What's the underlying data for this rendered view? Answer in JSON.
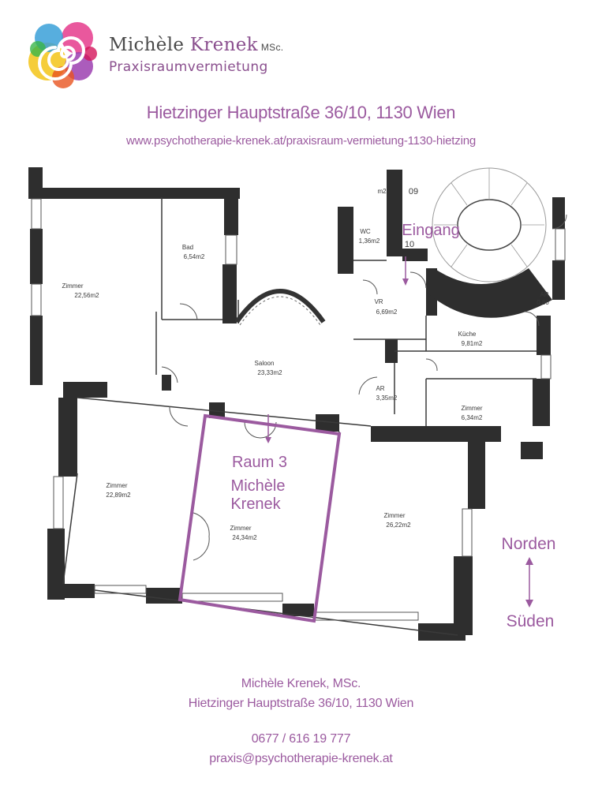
{
  "logo": {
    "first_name": "Michèle",
    "last_name": "Krenek",
    "suffix": "MSc.",
    "subtitle": "Praxisraumvermietung"
  },
  "header": {
    "address": "Hietzinger Hauptstraße 36/10, 1130 Wien",
    "url": "www.psychotherapie-krenek.at/praxisraum-vermietung-1130-hietzing"
  },
  "floorplan": {
    "rooms": {
      "zimmer_nw": {
        "name": "Zimmer",
        "area": "22,56m2"
      },
      "bad": {
        "name": "Bad",
        "area": "6,54m2"
      },
      "saloon": {
        "name": "Saloon",
        "area": "23,33m2"
      },
      "wc": {
        "name": "WC",
        "area": "1,36m2"
      },
      "vr": {
        "name": "VR",
        "area": "6,69m2"
      },
      "kueche": {
        "name": "Küche",
        "area": "9,81m2"
      },
      "ar_small": {
        "name": "AR",
        "area": "3,35m2"
      },
      "ar_top": {
        "name": "AR",
        "area": "0,80"
      },
      "zimmer_e": {
        "name": "Zimmer",
        "area": "6,34m2"
      },
      "zimmer_sw": {
        "name": "Zimmer",
        "area": "22,89m2"
      },
      "zimmer_mid": {
        "name": "Zimmer",
        "area": "24,34m2"
      },
      "zimmer_se": {
        "name": "Zimmer",
        "area": "26,22m2"
      }
    },
    "numbers": {
      "stair": "09",
      "entry": "10",
      "small": "m2"
    },
    "callouts": {
      "entrance": "Eingang",
      "room_title": "Raum 3",
      "room_owner_first": "Michèle",
      "room_owner_last": "Krenek",
      "north": "Norden",
      "south": "Süden"
    },
    "accent_color": "#9b5a9f",
    "wall_color": "#2e2e2e"
  },
  "footer": {
    "name": "Michèle Krenek, MSc.",
    "address": "Hietzinger Hauptstraße 36/10, 1130 Wien",
    "phone": "0677 / 616 19 777",
    "email": "praxis@psychotherapie-krenek.at"
  }
}
